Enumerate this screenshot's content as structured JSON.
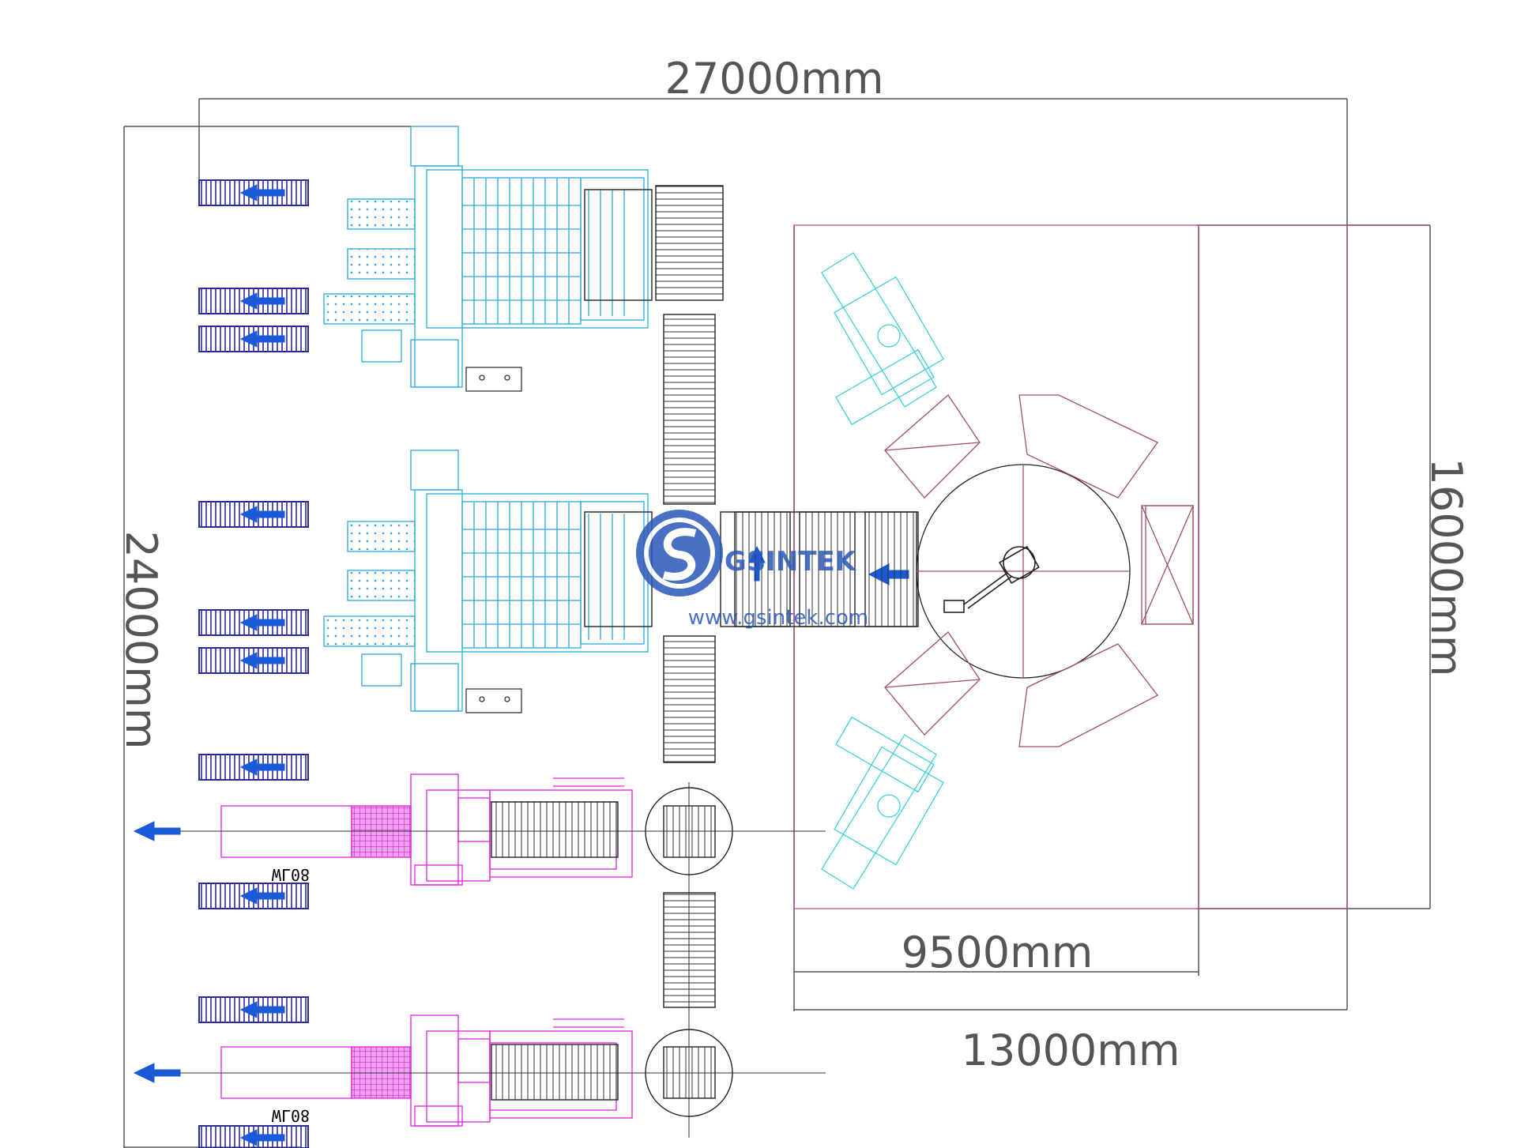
{
  "dimensions": {
    "total_width": "27000mm",
    "total_height": "24000mm",
    "cell_height": "16000mm",
    "inner_width": "9500mm",
    "cell_width": "13000mm"
  },
  "labels": {
    "station_code": "WL08"
  },
  "logo": {
    "text": "GSINTEK",
    "url": "www.gsintek.com"
  },
  "colors": {
    "dimension": "#555555",
    "wire_machine": "#2aa8d8",
    "mesh_machine": "#e020e0",
    "bundle_rack": "#2a2a9a",
    "arrow": "#1a5ad8",
    "cell_boundary": "#b04080",
    "robot_cell": "#a05060",
    "conveyor": "#222222",
    "fixture": "#40d0d8",
    "logo": "#2a58b8"
  }
}
